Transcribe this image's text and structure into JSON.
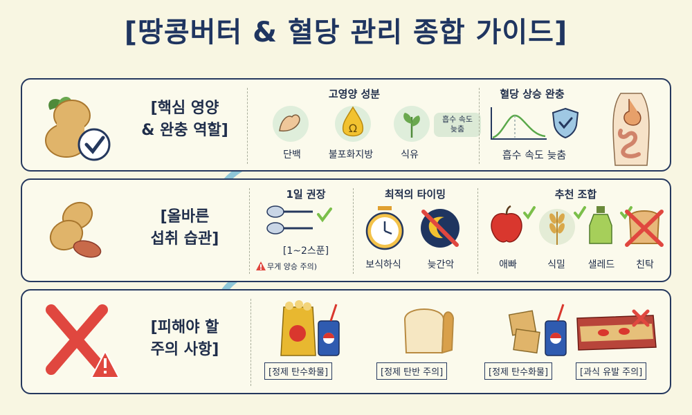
{
  "title": "[땅콩버터 & 혈당 관리 종합 가이드]",
  "section1": {
    "label_l1": "[핵심 영양",
    "label_l2": "& 완충 역할]",
    "nutrients_heading": "고영양 성분",
    "nutrients": [
      "단백",
      "불포화지방",
      "식유"
    ],
    "absorb_tag_l1": "흡수 속도",
    "absorb_tag_l2": "늦춤",
    "buffer_heading": "혈당 상승 완충",
    "buffer_caption": "흡수 속도 늦춤"
  },
  "section2": {
    "label_l1": "[올바른",
    "label_l2": "섭취 습관]",
    "dose_heading": "1일 권장",
    "dose_value": "[1~2스푼]",
    "dose_warning": "무게 양승 주의)",
    "timing_heading": "최적의 타이밍",
    "timing": [
      "보식하식",
      "늦간악"
    ],
    "combo_heading": "추천 조합",
    "combos": [
      "애빠",
      "식밀",
      "샐레드",
      "친탁"
    ]
  },
  "section3": {
    "label_l1": "[피해야 할",
    "label_l2": "주의 사항]",
    "cautions": [
      "[정제 탄수화물]",
      "[정제 탄반 주의]",
      "[정제 탄수화물]",
      "[과식 유발 주의]"
    ]
  },
  "colors": {
    "navy": "#1f3560",
    "check_green": "#7bbf4a",
    "cross_red": "#e0473f",
    "peanut": "#e0b46a",
    "background": "#f8f6e2"
  }
}
